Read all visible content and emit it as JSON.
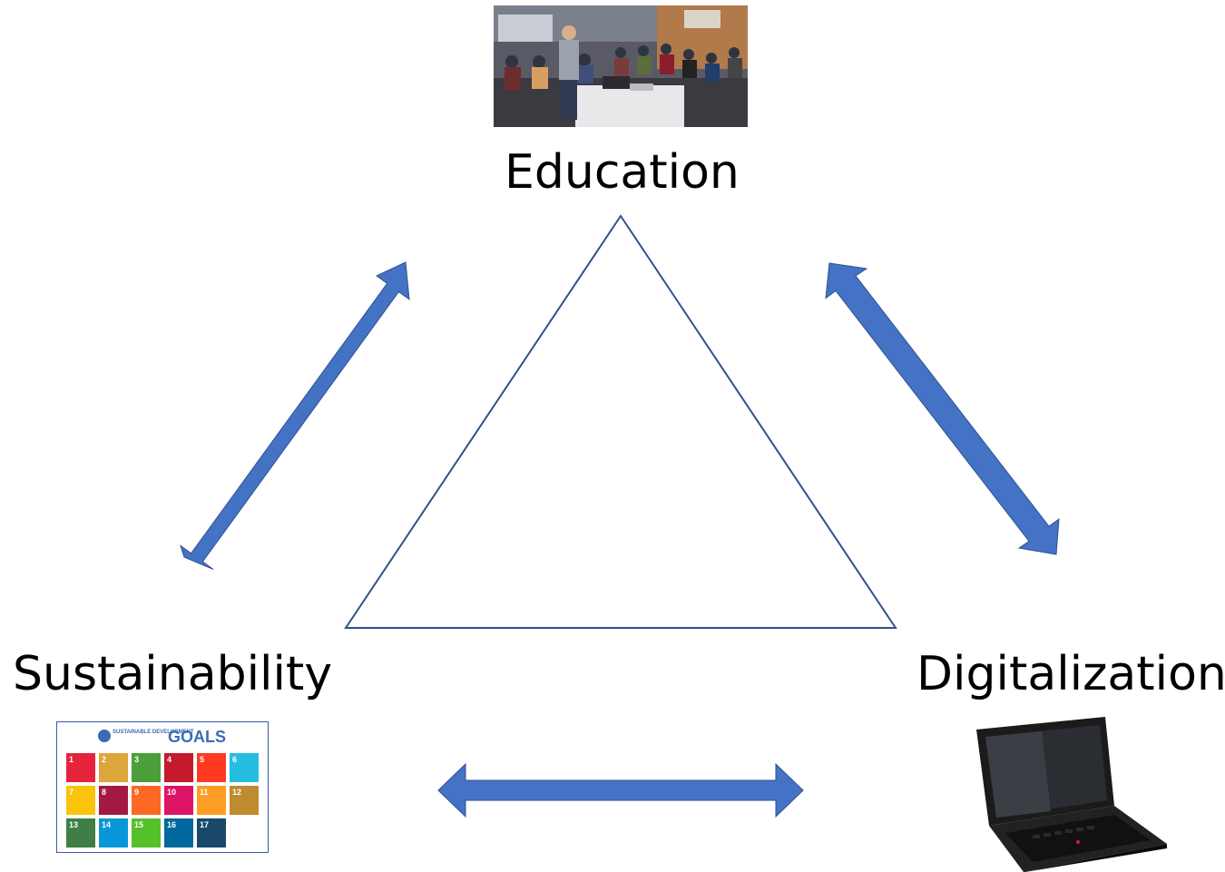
{
  "labels": {
    "education": "Education",
    "sustainability": "Sustainability",
    "digitalization": "Digitalization"
  },
  "sdg_poster": {
    "header_small": "SUSTAINABLE DEVELOPMENT",
    "header_big": "GOALS",
    "tile_colors": [
      "#e5243b",
      "#dda63a",
      "#4c9f38",
      "#c5192d",
      "#ff3a21",
      "#26bde2",
      "#fcc30b",
      "#a21942",
      "#fd6925",
      "#dd1367",
      "#fd9d24",
      "#bf8b2e",
      "#3f7e44",
      "#0a97d9",
      "#56c02b",
      "#00689d",
      "#19486a",
      "#ffffff"
    ],
    "tile_numbers": [
      "1",
      "2",
      "3",
      "4",
      "5",
      "6",
      "7",
      "8",
      "9",
      "10",
      "11",
      "12",
      "13",
      "14",
      "15",
      "16",
      "17",
      ""
    ]
  },
  "colors": {
    "arrow_fill": "#4472c4",
    "arrow_stroke": "#2f528f",
    "triangle_stroke": "#2f528f"
  },
  "icons": {
    "education_image": "classroom-photo",
    "sustainability_image": "sdg-goals-poster",
    "digitalization_image": "laptop-picture"
  }
}
